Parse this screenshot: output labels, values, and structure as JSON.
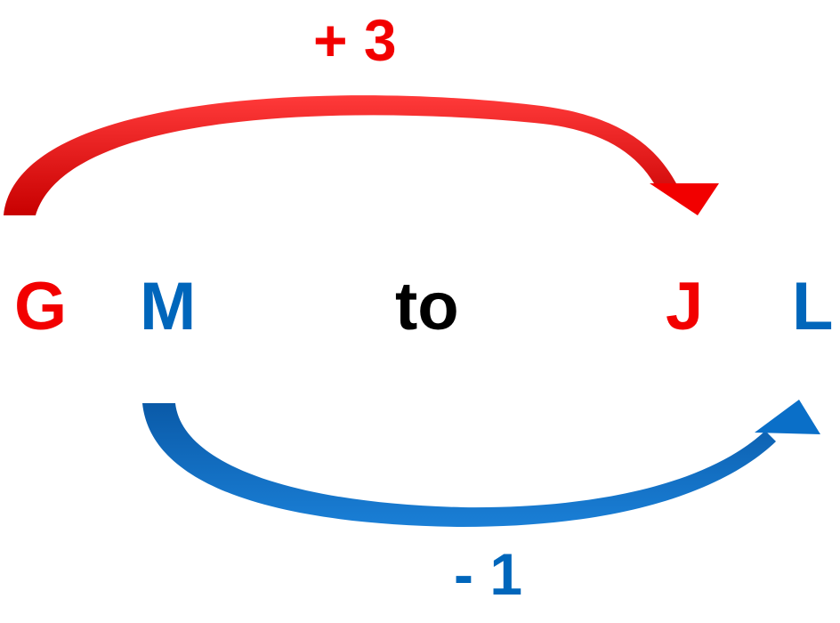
{
  "colors": {
    "red": "#f20000",
    "blue": "#0066bb",
    "black": "#000000"
  },
  "top_arrow": {
    "label": "+ 3",
    "color": "red"
  },
  "bottom_arrow": {
    "label": "- 1",
    "color": "blue"
  },
  "letters": {
    "g": "G",
    "m": "M",
    "to": "to",
    "j": "J",
    "l": "L"
  }
}
